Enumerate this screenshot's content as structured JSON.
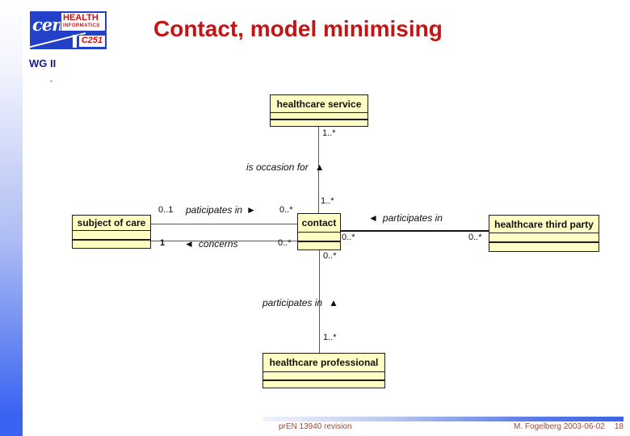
{
  "logo": {
    "cen": "cen",
    "health": "HEALTH",
    "informatics": "INFORMATICS",
    "tc": "C251",
    "wg": "WG II"
  },
  "title": "Contact, model minimising",
  "diagram": {
    "boxes": {
      "service": {
        "name": "healthcare service"
      },
      "subject": {
        "name": "subject of care"
      },
      "contact": {
        "name": "contact"
      },
      "thirdparty": {
        "name": "healthcare third party"
      },
      "professional": {
        "name": "healthcare professional"
      }
    },
    "labels": {
      "is_occasion_for": "is occasion for",
      "paticipates_in": "paticipates in",
      "concerns": "concerns",
      "participates_in_right": "participates in",
      "participates_in_bottom": "participates in"
    },
    "arrows": {
      "up": "▲",
      "right": "►",
      "left": "◄"
    },
    "mult": {
      "service_bottom": "1..*",
      "contact_top": "1..*",
      "subject_top": "0..1",
      "contact_left_top": "0..*",
      "subject_bottom": "1",
      "contact_left_bottom": "0..*",
      "contact_right": "0..*",
      "thirdparty_left": "0..*",
      "contact_bottom": "0..*",
      "professional_top": "1..*"
    }
  },
  "footer": {
    "left": "prEN 13940 revision",
    "right": "M. Fogelberg 2003-06-02",
    "page": "18"
  },
  "colors": {
    "title_red": "#c41414",
    "box_fill": "#ffffc4",
    "bar_blue": "#3a63f2",
    "footer_text": "#9a4a3a",
    "logo_blue": "#2340c8",
    "logo_red": "#cc1111",
    "wg_blue": "#1b1b8a"
  }
}
